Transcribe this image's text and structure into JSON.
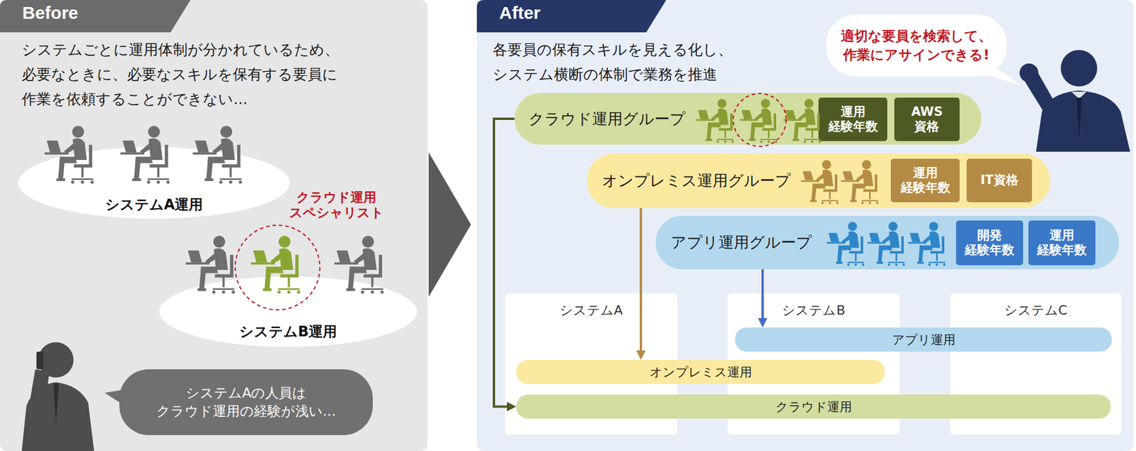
{
  "diagram": {
    "nodes": [
      {
        "text": [
          "Before",
          "システムごとに運用体制が分かれているため、 必要なときに、必要なスキルを保有する要員に 作業を依頼することができない..."
        ]
      },
      {
        "text": [
          "システムA運用"
        ],
        "in": 0
      },
      {
        "text": [
          "システムB運用"
        ],
        "in": 0
      },
      {
        "text": [
          "システムAの人員は クラウド運用の経験が浅い…"
        ],
        "in": 0
      },
      {
        "text": [
          "After",
          "各要員の保有スキルを見える化し、 システム横断の体制で業務を推進"
        ]
      },
      {
        "text": [
          "適切な要員を検索して、 作業にアサインできる!"
        ],
        "in": 4
      },
      {
        "text": [
          "クラウド運用グループ"
        ],
        "in": 4
      },
      {
        "text": [
          "運用 経験年数"
        ],
        "in": 6
      },
      {
        "text": [
          "AWS 資格"
        ],
        "in": 6
      },
      {
        "text": [
          "オンプレミス運用グループ"
        ],
        "in": 4
      },
      {
        "text": [
          "運用 経験年数"
        ],
        "in": 9
      },
      {
        "text": [
          "IT資格"
        ],
        "in": 9
      },
      {
        "text": [
          "アプリ運用グループ"
        ],
        "in": 4
      },
      {
        "text": [
          "開発 経験年数"
        ],
        "in": 12
      },
      {
        "text": [
          "運用 経験年数"
        ],
        "in": 12
      },
      {
        "text": [
          "システムA"
        ],
        "in": 4
      },
      {
        "text": [
          "システムB"
        ],
        "in": 4
      },
      {
        "text": [
          "システムC"
        ],
        "in": 4
      },
      {
        "text": [
          "アプリ運用"
        ],
        "in": 4
      },
      {
        "text": [
          "オンプレミス運用"
        ],
        "in": 4
      },
      {
        "text": [
          "クラウド運用"
        ],
        "in": 4
      }
    ],
    "edges": [
      {
        "from": 6,
        "to": 20,
        "arrow": "to"
      },
      {
        "from": 9,
        "to": 19,
        "arrow": "to"
      },
      {
        "from": 12,
        "to": 18,
        "arrow": "to"
      }
    ],
    "labels": [
      "クラウド運用 スペシャリスト"
    ]
  }
}
